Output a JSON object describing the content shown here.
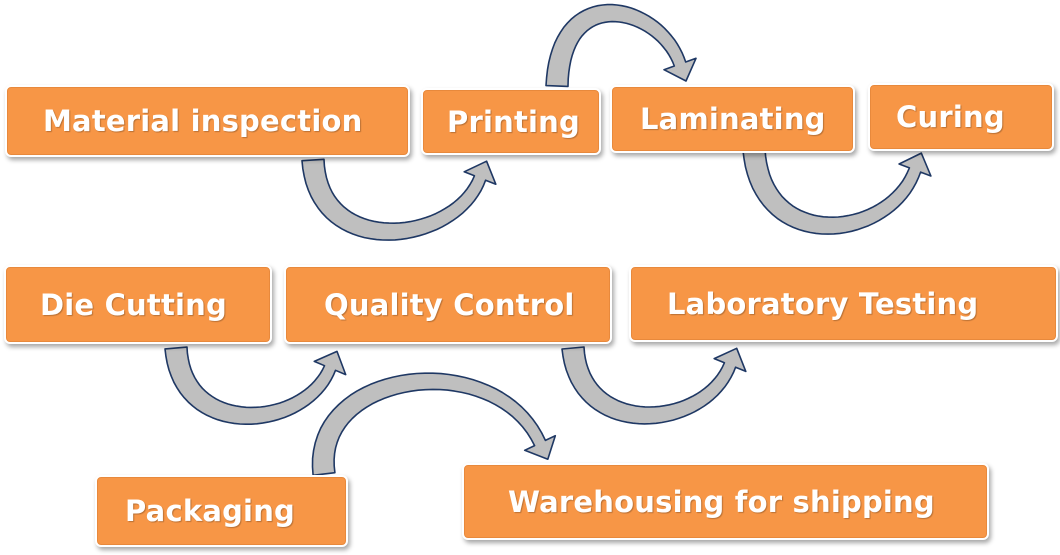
{
  "steps": [
    {
      "label": "Material inspection"
    },
    {
      "label": "Printing"
    },
    {
      "label": "Laminating"
    },
    {
      "label": "Curing"
    },
    {
      "label": "Die Cutting"
    },
    {
      "label": "Quality Control"
    },
    {
      "label": "Laboratory Testing"
    },
    {
      "label": "Packaging"
    },
    {
      "label": "Warehousing for shipping"
    }
  ],
  "colors": {
    "box_fill": "#f79646",
    "box_text": "#ffffff",
    "arrow_fill": "#bfbfbf",
    "arrow_stroke": "#1f3864"
  }
}
